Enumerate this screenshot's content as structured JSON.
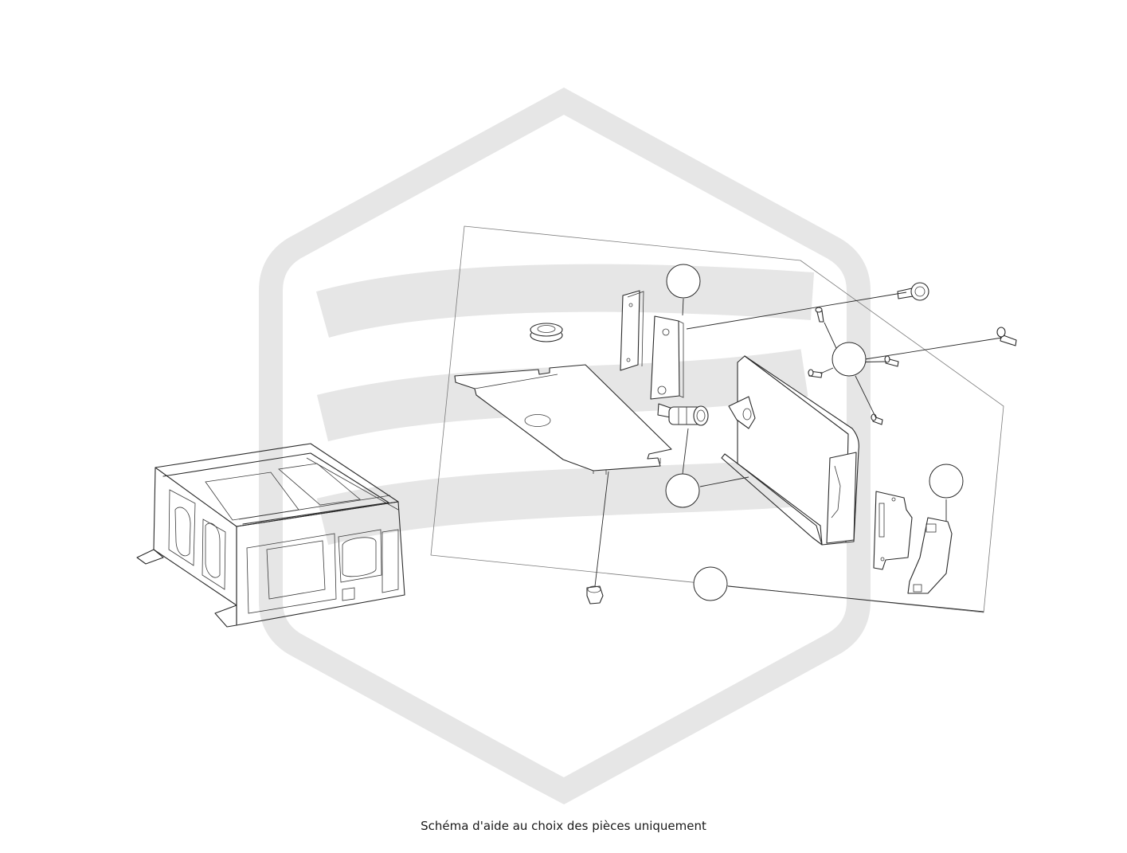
{
  "caption": "Schéma d'aide au choix des pièces uniquement",
  "watermark": {
    "description": "hexagon-logo-watermark",
    "color": "#e6e6e6"
  },
  "callouts": [
    {
      "id": "callout-1",
      "label": ""
    },
    {
      "id": "callout-2",
      "label": ""
    },
    {
      "id": "callout-3",
      "label": ""
    },
    {
      "id": "callout-4",
      "label": ""
    },
    {
      "id": "callout-5",
      "label": ""
    }
  ]
}
